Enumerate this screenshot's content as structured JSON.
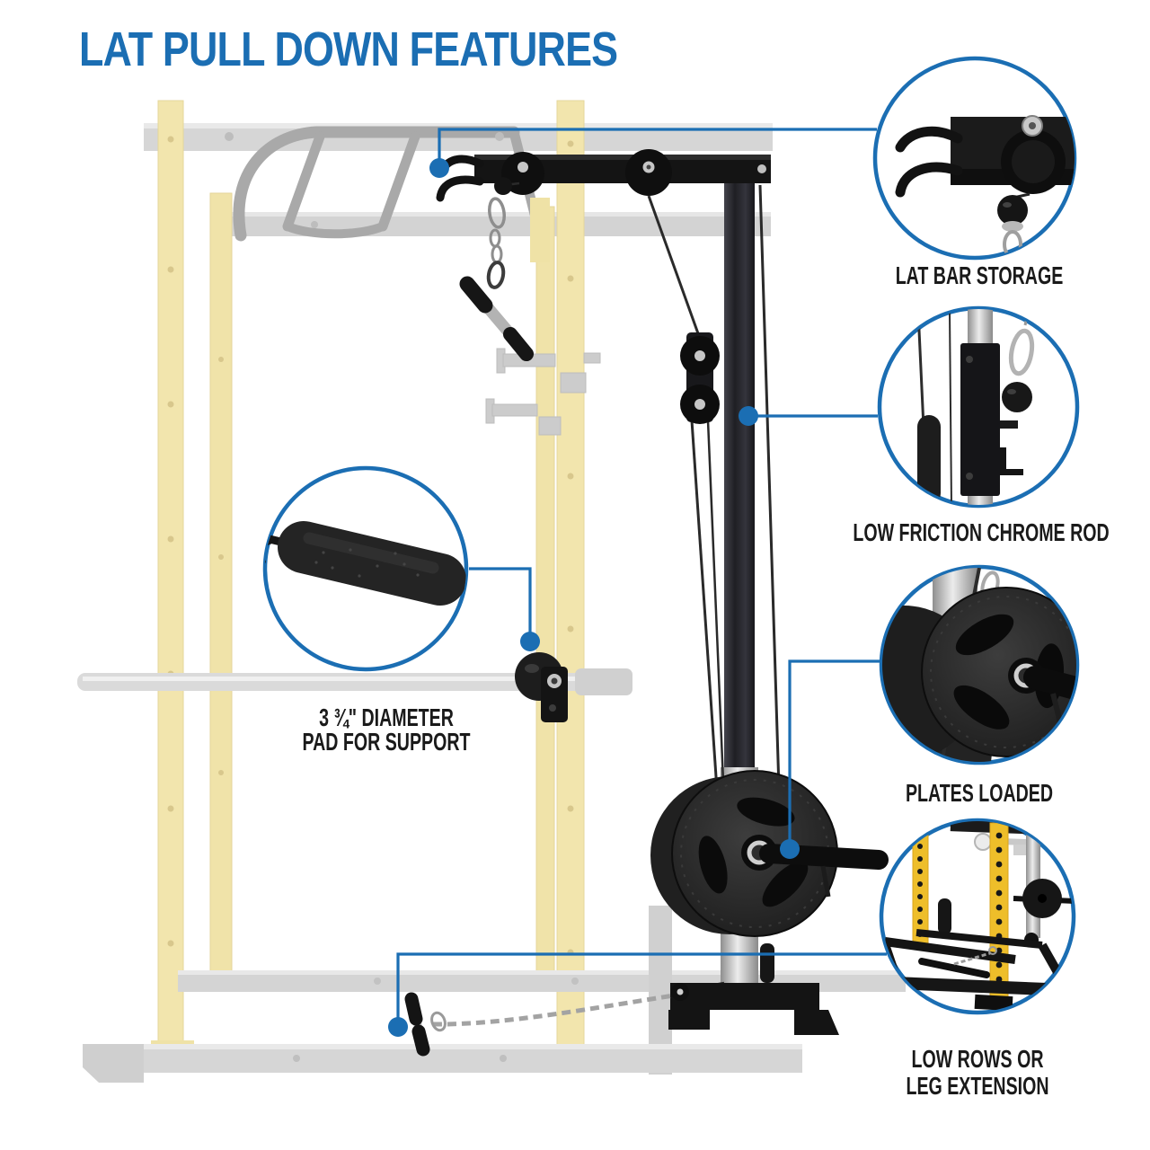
{
  "title": "LAT PULL DOWN FEATURES",
  "colors": {
    "accent_blue": "#1b6eb3",
    "label_text": "#1a1a1a",
    "rack_cream_yellow": "#f2e5ad",
    "rack_bright_yellow": "#eebe2a",
    "ghost_gray": "#d4d4d4",
    "machine_black": "#161616",
    "chrome_silver": "#c9c9c9"
  },
  "callouts": [
    {
      "id": "lat-bar-storage",
      "lines": [
        "LAT BAR STORAGE"
      ]
    },
    {
      "id": "low-friction-chrome-rod",
      "lines": [
        "LOW FRICTION CHROME ROD"
      ]
    },
    {
      "id": "plates-loaded",
      "lines": [
        "PLATES LOADED"
      ]
    },
    {
      "id": "low-rows-leg-extension",
      "lines": [
        "LOW ROWS OR",
        "LEG EXTENSION"
      ]
    },
    {
      "id": "pad-for-support",
      "lines": [
        "3 ¾\" DIAMETER",
        "PAD FOR SUPPORT"
      ]
    }
  ]
}
